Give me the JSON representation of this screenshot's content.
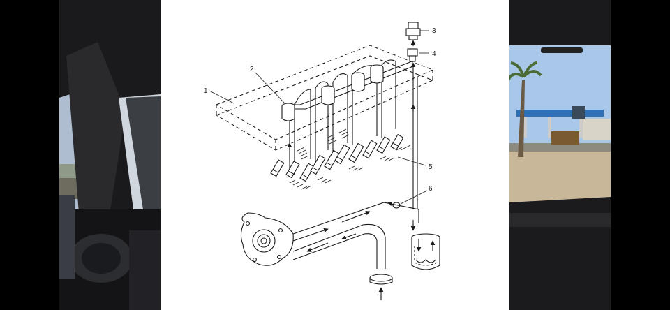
{
  "diagram": {
    "callouts": [
      {
        "id": 1,
        "text": "1"
      },
      {
        "id": 2,
        "text": "2"
      },
      {
        "id": 3,
        "text": "3"
      },
      {
        "id": 4,
        "text": "4"
      },
      {
        "id": 5,
        "text": "5"
      },
      {
        "id": 6,
        "text": "6"
      }
    ]
  },
  "colors": {
    "background": "#000000",
    "diagram_bg": "#ffffff",
    "line": "#1a1a1a"
  }
}
